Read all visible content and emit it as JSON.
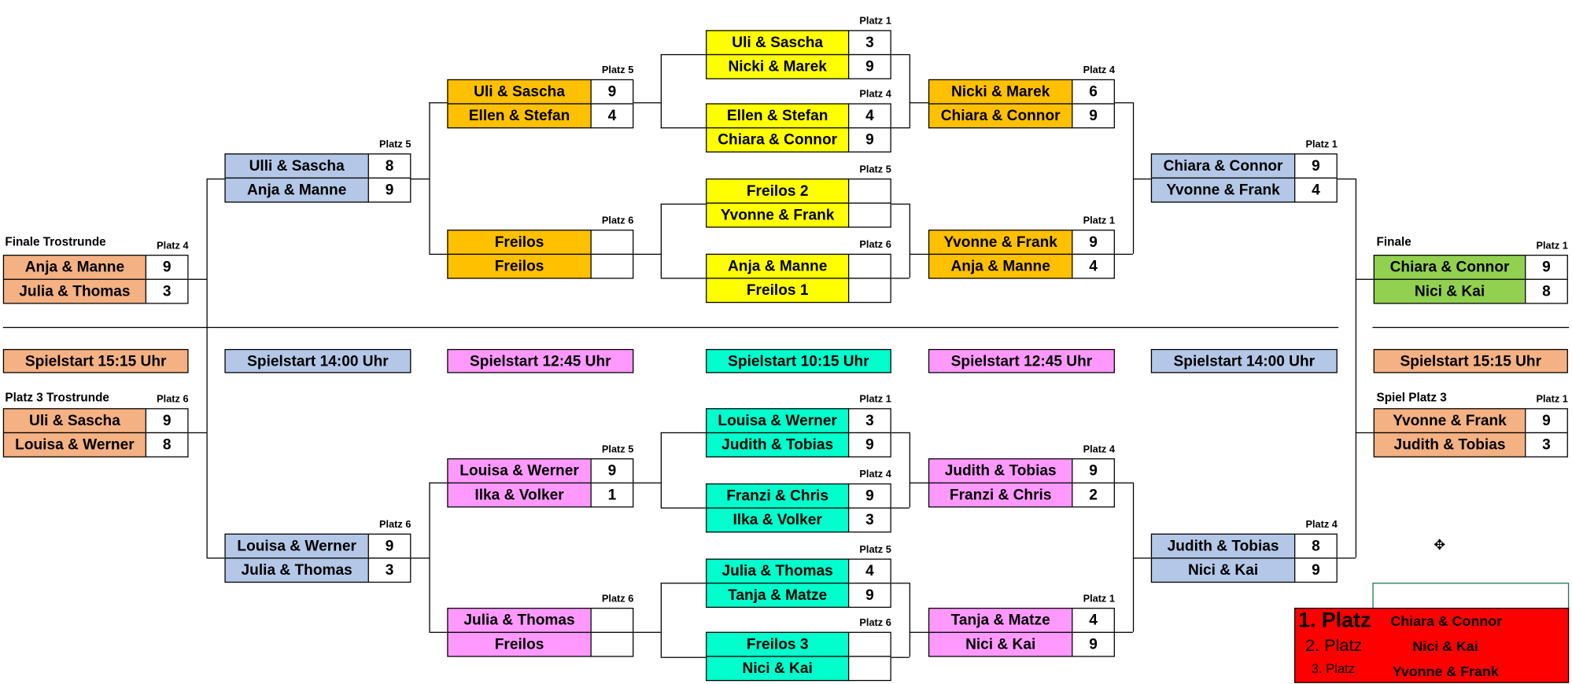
{
  "colors": {
    "blue": "#b4c7e7",
    "orange": "#ffc000",
    "yellow": "#ffff00",
    "salmon": "#f4b183",
    "green": "#92d050",
    "pink": "#ff99ff",
    "teal": "#00ffcc",
    "red": "#ff0000"
  },
  "titles": {
    "finale_trostrunde": "Finale Trostrunde",
    "platz3_trostrunde": "Platz 3 Trostrunde",
    "finale": "Finale",
    "spiel_platz3": "Spiel Platz 3"
  },
  "starts": [
    "Spielstart 15:15 Uhr",
    "Spielstart 14:00 Uhr",
    "Spielstart 12:45 Uhr",
    "Spielstart 10:15 Uhr",
    "Spielstart 12:45 Uhr",
    "Spielstart 14:00 Uhr",
    "Spielstart 15:15 Uhr"
  ],
  "matches": [
    {
      "platz": "Platz 1",
      "color": "yellow",
      "t1": "Uli & Sascha",
      "s1": "3",
      "t2": "Nicki & Marek",
      "s2": "9"
    },
    {
      "platz": "Platz 4",
      "color": "yellow",
      "t1": "Ellen & Stefan",
      "s1": "4",
      "t2": "Chiara & Connor",
      "s2": "9"
    },
    {
      "platz": "Platz 5",
      "color": "yellow",
      "t1": "Freilos 2",
      "s1": "",
      "t2": "Yvonne & Frank",
      "s2": ""
    },
    {
      "platz": "Platz 6",
      "color": "yellow",
      "t1": "Anja & Manne",
      "s1": "",
      "t2": "Freilos 1",
      "s2": ""
    },
    {
      "platz": "Platz 5",
      "color": "orange",
      "t1": "Uli & Sascha",
      "s1": "9",
      "t2": "Ellen & Stefan",
      "s2": "4"
    },
    {
      "platz": "Platz 6",
      "color": "orange",
      "t1": "Freilos",
      "s1": "",
      "t2": "Freilos",
      "s2": ""
    },
    {
      "platz": "Platz 4",
      "color": "orange",
      "t1": "Nicki & Marek",
      "s1": "6",
      "t2": "Chiara & Connor",
      "s2": "9"
    },
    {
      "platz": "Platz 1",
      "color": "orange",
      "t1": "Yvonne & Frank",
      "s1": "9",
      "t2": "Anja & Manne",
      "s2": "4"
    },
    {
      "platz": "Platz 5",
      "color": "blue",
      "t1": "Ulli & Sascha",
      "s1": "8",
      "t2": "Anja & Manne",
      "s2": "9"
    },
    {
      "platz": "Platz 1",
      "color": "blue",
      "t1": "Chiara & Connor",
      "s1": "9",
      "t2": "Yvonne & Frank",
      "s2": "4"
    },
    {
      "platz": "Platz 4",
      "color": "salmon",
      "t1": "Anja & Manne",
      "s1": "9",
      "t2": "Julia & Thomas",
      "s2": "3"
    },
    {
      "platz": "Platz 1",
      "color": "green",
      "t1": "Chiara & Connor",
      "s1": "9",
      "t2": "Nici & Kai",
      "s2": "8"
    },
    {
      "platz": "Platz 6",
      "color": "salmon",
      "t1": "Uli & Sascha",
      "s1": "9",
      "t2": "Louisa & Werner",
      "s2": "8"
    },
    {
      "platz": "Platz 1",
      "color": "salmon",
      "t1": "Yvonne & Frank",
      "s1": "9",
      "t2": "Judith & Tobias",
      "s2": "3"
    },
    {
      "platz": "Platz 1",
      "color": "teal",
      "t1": "Louisa & Werner",
      "s1": "3",
      "t2": "Judith & Tobias",
      "s2": "9"
    },
    {
      "platz": "Platz 4",
      "color": "teal",
      "t1": "Franzi & Chris",
      "s1": "9",
      "t2": "Ilka & Volker",
      "s2": "3"
    },
    {
      "platz": "Platz 5",
      "color": "teal",
      "t1": "Julia & Thomas",
      "s1": "4",
      "t2": "Tanja & Matze",
      "s2": "9"
    },
    {
      "platz": "Platz 6",
      "color": "teal",
      "t1": "Freilos 3",
      "s1": "",
      "t2": "Nici & Kai",
      "s2": ""
    },
    {
      "platz": "Platz 5",
      "color": "pink",
      "t1": "Louisa & Werner",
      "s1": "9",
      "t2": "Ilka & Volker",
      "s2": "1"
    },
    {
      "platz": "Platz 6",
      "color": "pink",
      "t1": "Julia & Thomas",
      "s1": "",
      "t2": "Freilos",
      "s2": ""
    },
    {
      "platz": "Platz 4",
      "color": "pink",
      "t1": "Judith & Tobias",
      "s1": "9",
      "t2": "Franzi & Chris",
      "s2": "2"
    },
    {
      "platz": "Platz 1",
      "color": "pink",
      "t1": "Tanja & Matze",
      "s1": "4",
      "t2": "Nici & Kai",
      "s2": "9"
    },
    {
      "platz": "Platz 6",
      "color": "blue",
      "t1": "Louisa & Werner",
      "s1": "9",
      "t2": "Julia & Thomas",
      "s2": "3"
    },
    {
      "platz": "Platz 4",
      "color": "blue",
      "t1": "Judith & Tobias",
      "s1": "8",
      "t2": "Nici & Kai",
      "s2": "9"
    }
  ],
  "results": {
    "p1_label": "1. Platz",
    "p1_team": "Chiara & Connor",
    "p2_label": "2. Platz",
    "p2_team": "Nici & Kai",
    "p3_label": "3. Platz",
    "p3_team": "Yvonne & Frank"
  },
  "cursor_icon": "crosshair-cursor-icon"
}
